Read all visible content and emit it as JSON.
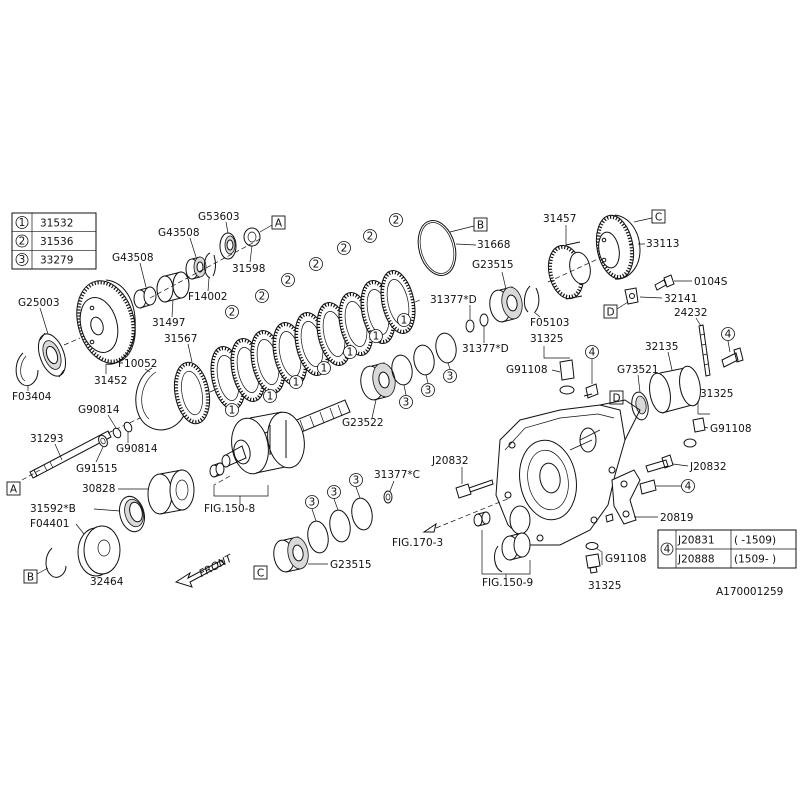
{
  "legend": {
    "rows": [
      {
        "index": "1",
        "part": "31532"
      },
      {
        "index": "2",
        "part": "31536"
      },
      {
        "index": "3",
        "part": "33279"
      }
    ]
  },
  "legend_4": {
    "index": "4",
    "rows": [
      {
        "part": "J20831",
        "range": "( -1509)"
      },
      {
        "part": "J20888",
        "range": "(1509- )"
      }
    ]
  },
  "refs": {
    "A": "A",
    "B": "B",
    "C": "C",
    "D": "D"
  },
  "labels": {
    "G53603": "G53603",
    "G43508_top": "G43508",
    "G43508_left": "G43508",
    "F14002": "F14002",
    "31598": "31598",
    "31497": "31497",
    "G25003": "G25003",
    "31452": "31452",
    "F03404": "F03404",
    "31567": "31567",
    "F10052": "F10052",
    "G90814_a": "G90814",
    "G90814_b": "G90814",
    "31293": "31293",
    "G91515": "G91515",
    "30828": "30828",
    "31592B": "31592*B",
    "F04401": "F04401",
    "32464": "32464",
    "FRONT": "FRONT",
    "FIG150_8": "FIG.150-8",
    "G23522": "G23522",
    "31668": "31668",
    "G23515_top": "G23515",
    "31377D_a": "31377*D",
    "31377D_b": "31377*D",
    "F05103": "F05103",
    "31457": "31457",
    "33113": "33113",
    "0104S": "0104S",
    "32141": "32141",
    "24232": "24232",
    "32135": "32135",
    "G73521": "G73521",
    "31325_top": "31325",
    "G91108_top": "G91108",
    "31325_right": "31325",
    "G91108_right": "G91108",
    "J20832_top": "J20832",
    "J20832_right": "J20832",
    "20819": "20819",
    "31377C": "31377*C",
    "FIG170_3": "FIG.170-3",
    "FIG150_9": "FIG.150-9",
    "G91108_bottom": "G91108",
    "31325_bottom": "31325",
    "G23515_bottom": "G23515",
    "diagram_id": "A170001259"
  },
  "callouts": {
    "one": "1",
    "two": "2",
    "three": "3",
    "four": "4"
  }
}
